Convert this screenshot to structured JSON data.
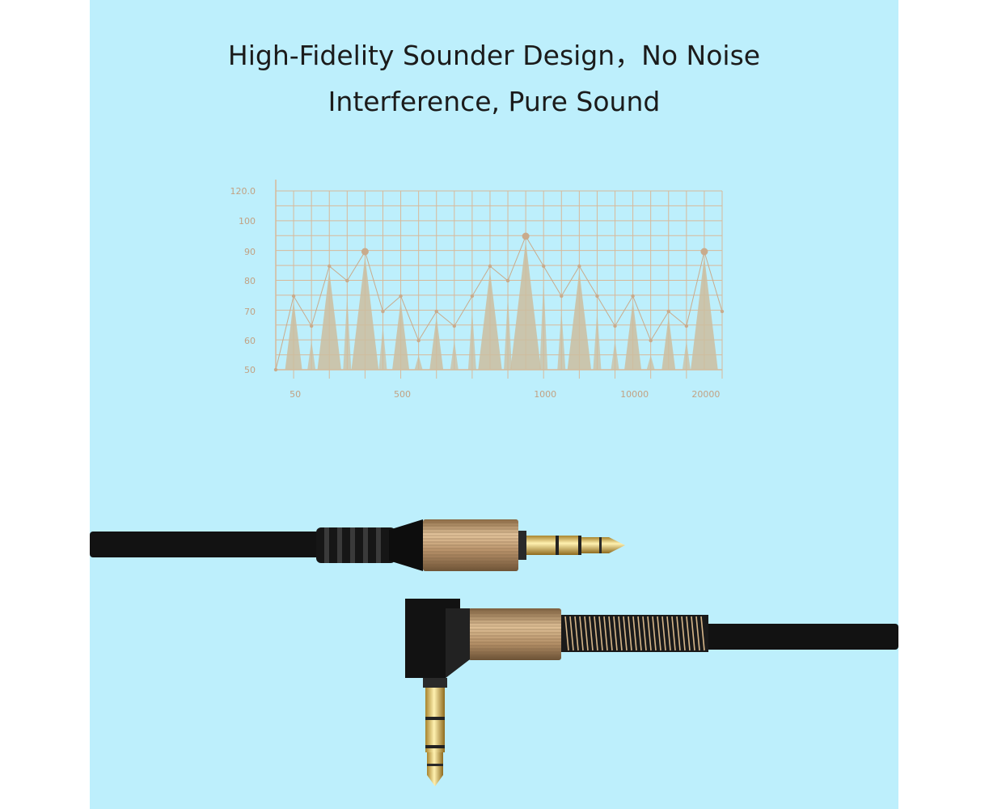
{
  "headline": {
    "line1": "High-Fidelity Sounder Design，No Noise",
    "line2": "Interference, Pure Sound"
  },
  "colors": {
    "background": "#bdeffc",
    "grid": "#d8b99a",
    "peaks": "#cdbd9f",
    "line": "#c9ab8c",
    "label": "#c2a183",
    "cable": "#111111",
    "gold": "#c79b62"
  },
  "chart_data": {
    "type": "line",
    "ylim": [
      50,
      120
    ],
    "y_ticks": [
      "120.0",
      "100",
      "90",
      "80",
      "70",
      "60",
      "50"
    ],
    "x_tick_labels": [
      "50",
      "500",
      "1000",
      "10000",
      "20000"
    ],
    "x_tick_label_indices": [
      1,
      7,
      15,
      20,
      24
    ],
    "values": [
      50,
      75,
      65,
      85,
      80,
      90,
      70,
      75,
      60,
      70,
      65,
      75,
      85,
      80,
      95,
      85,
      75,
      85,
      75,
      65,
      75,
      60,
      70,
      65,
      90,
      70
    ],
    "highlight_indices": [
      5,
      14,
      24
    ]
  }
}
